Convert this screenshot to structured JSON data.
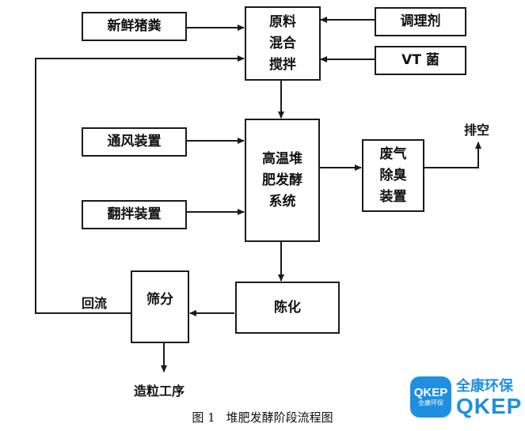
{
  "boxes": {
    "fresh_manure": "新鲜猪粪",
    "mixing": [
      "原料",
      "混合",
      "搅拌"
    ],
    "conditioner": "调理剂",
    "vt_bacteria": "VT 菌",
    "ventilation": "通风装置",
    "fermentation": [
      "高温堆",
      "肥发酵",
      "系统"
    ],
    "deodorization": [
      "废气",
      "除臭",
      "装置"
    ],
    "turning": "翻拌装置",
    "aging": "陈化",
    "screening": "筛分"
  },
  "labels": {
    "exhaust": "排空",
    "backflow": "回流",
    "granulation": "造粒工序"
  },
  "caption": {
    "number": "图 1",
    "title": "堆肥发酵阶段流程图"
  },
  "logo": {
    "badge_en": "QKEP",
    "badge_cn": "全康环保",
    "name_cn": "全康环保",
    "name_en": "QKEP"
  },
  "colors": {
    "line": "#1a1a1a",
    "logo_blue": "#1f8fe0"
  }
}
